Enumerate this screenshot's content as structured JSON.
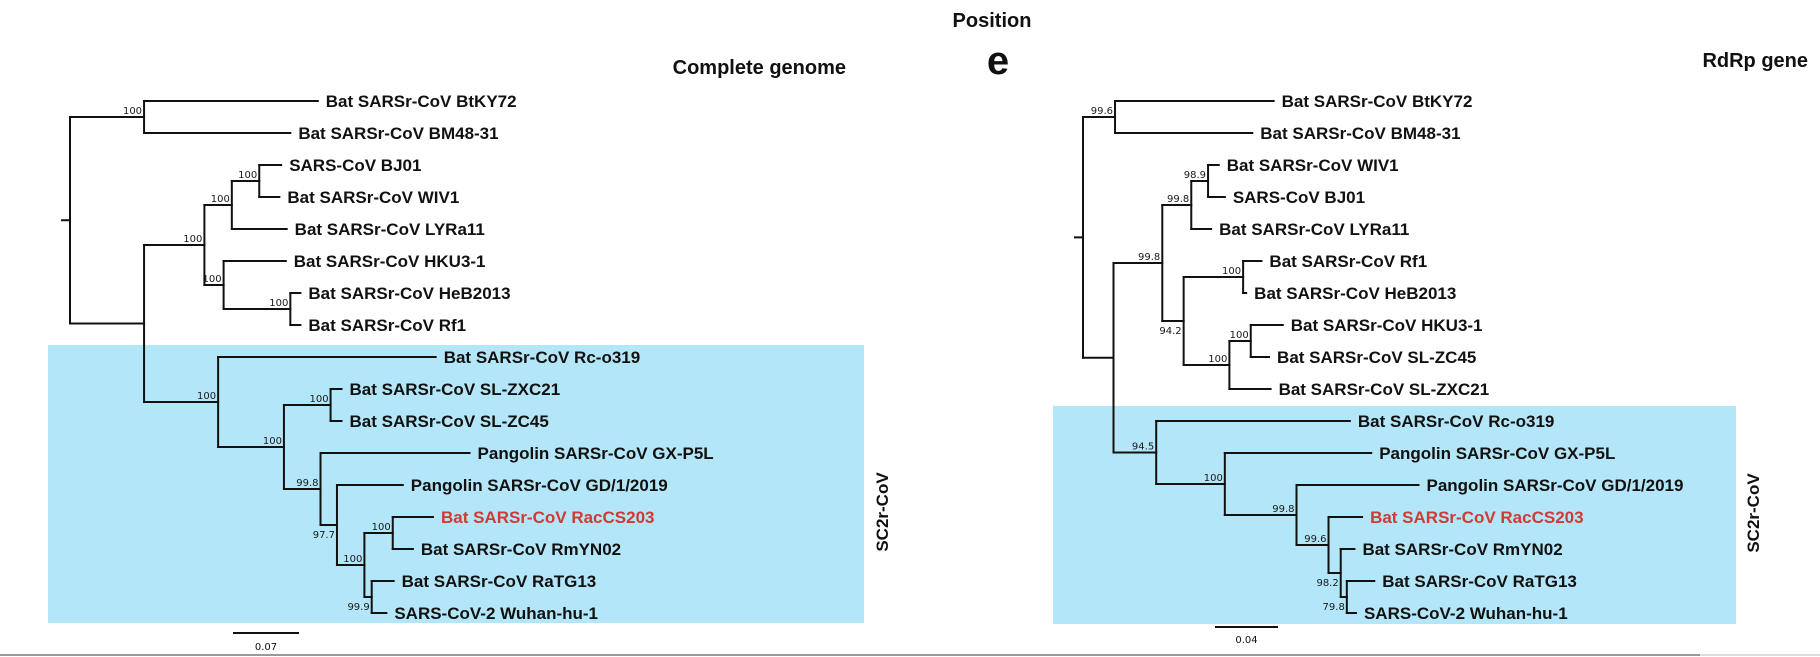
{
  "header": {
    "position_label": "Position",
    "panel_letter": "e"
  },
  "colors": {
    "clade_highlight": "#b3e6f8",
    "highlight_taxon": "#d03a34",
    "branch": "#111111"
  },
  "chart_data": [
    {
      "type": "phylogenetic-tree",
      "title": "Complete genome",
      "clade_label": "SC2r-CoV",
      "highlighted_clade": [
        "Bat SARSr-CoV Rc-o319",
        "SARS-CoV-2 Wuhan-hu-1"
      ],
      "highlighted_taxon": "Bat SARSr-CoV RacCS203",
      "scale_bar": {
        "value": 0.07,
        "label": "0.07"
      },
      "tree": {
        "children": [
          {
            "id": "L-A",
            "len": 0.081,
            "support": "100",
            "children": [
              {
                "name": "Bat SARSr-CoV BtKY72",
                "len": 0.19
              },
              {
                "name": "Bat SARSr-CoV BM48-31",
                "len": 0.16
              }
            ]
          },
          {
            "id": "L-B",
            "len": 0.081,
            "support": "",
            "children": [
              {
                "id": "L-C",
                "len": 0.066,
                "support": "100",
                "children": [
                  {
                    "id": "L-D",
                    "len": 0.03,
                    "support": "100",
                    "children": [
                      {
                        "id": "L-E",
                        "len": 0.03,
                        "support": "100",
                        "children": [
                          {
                            "name": "SARS-CoV BJ01",
                            "len": 0.024
                          },
                          {
                            "name": "Bat SARSr-CoV WIV1",
                            "len": 0.022
                          }
                        ]
                      },
                      {
                        "name": "Bat SARSr-CoV LYRa11",
                        "len": 0.06
                      }
                    ]
                  },
                  {
                    "id": "L-F",
                    "len": 0.021,
                    "support": "100",
                    "children": [
                      {
                        "name": "Bat SARSr-CoV HKU3-1",
                        "len": 0.068
                      },
                      {
                        "id": "L-G",
                        "len": 0.073,
                        "support": "100",
                        "children": [
                          {
                            "name": "Bat SARSr-CoV HeB2013",
                            "len": 0.011
                          },
                          {
                            "name": "Bat SARSr-CoV Rf1",
                            "len": 0.011
                          }
                        ]
                      }
                    ]
                  }
                ]
              },
              {
                "id": "L-H",
                "len": 0.081,
                "support": "100",
                "children": [
                  {
                    "name": "Bat SARSr-CoV Rc-o319",
                    "len": 0.238
                  },
                  {
                    "id": "L-I",
                    "len": 0.072,
                    "support": "100",
                    "children": [
                      {
                        "id": "L-J",
                        "len": 0.051,
                        "support": "100",
                        "children": [
                          {
                            "name": "Bat SARSr-CoV SL-ZXC21",
                            "len": 0.012
                          },
                          {
                            "name": "Bat SARSr-CoV SL-ZC45",
                            "len": 0.012
                          }
                        ]
                      },
                      {
                        "id": "L-K",
                        "len": 0.04,
                        "support": "99.8",
                        "children": [
                          {
                            "name": "Pangolin SARSr-CoV GX-P5L",
                            "len": 0.163
                          },
                          {
                            "id": "L-L",
                            "len": 0.018,
                            "support": "97.7",
                            "children": [
                              {
                                "name": "Pangolin SARSr-CoV GD/1/2019",
                                "len": 0.072
                              },
                              {
                                "id": "L-M",
                                "len": 0.03,
                                "support": "100",
                                "children": [
                                  {
                                    "id": "L-N",
                                    "len": 0.031,
                                    "support": "100",
                                    "children": [
                                      {
                                        "name": "Bat SARSr-CoV RacCS203",
                                        "len": 0.044
                                      },
                                      {
                                        "name": "Bat SARSr-CoV RmYN02",
                                        "len": 0.022
                                      }
                                    ]
                                  },
                                  {
                                    "id": "L-O",
                                    "len": 0.008,
                                    "support": "99.9",
                                    "children": [
                                      {
                                        "name": "Bat SARSr-CoV RaTG13",
                                        "len": 0.024
                                      },
                                      {
                                        "name": "SARS-CoV-2 Wuhan-hu-1",
                                        "len": 0.016
                                      }
                                    ]
                                  }
                                ]
                              }
                            ]
                          }
                        ]
                      }
                    ]
                  }
                ]
              }
            ]
          }
        ]
      }
    },
    {
      "type": "phylogenetic-tree",
      "title": "RdRp gene",
      "clade_label": "SC2r-CoV",
      "highlighted_clade": [
        "Bat SARSr-CoV Rc-o319",
        "SARS-CoV-2 Wuhan-hu-1"
      ],
      "highlighted_taxon": "Bat SARSr-CoV RacCS203",
      "scale_bar": {
        "value": 0.04,
        "label": "0.04"
      },
      "tree": {
        "children": [
          {
            "id": "R-A",
            "len": 0.021,
            "support": "99.6",
            "children": [
              {
                "name": "Bat SARSr-CoV BtKY72",
                "len": 0.104
              },
              {
                "name": "Bat SARSr-CoV BM48-31",
                "len": 0.09
              }
            ]
          },
          {
            "id": "R-B",
            "len": 0.02,
            "support": "",
            "children": [
              {
                "id": "R-C",
                "len": 0.032,
                "support": "99.8",
                "children": [
                  {
                    "id": "R-D",
                    "len": 0.019,
                    "support": "99.8",
                    "children": [
                      {
                        "id": "R-E",
                        "len": 0.011,
                        "support": "98.9",
                        "children": [
                          {
                            "name": "Bat SARSr-CoV WIV1",
                            "len": 0.007
                          },
                          {
                            "name": "SARS-CoV BJ01",
                            "len": 0.011
                          }
                        ]
                      },
                      {
                        "name": "Bat SARSr-CoV LYRa11",
                        "len": 0.013
                      }
                    ]
                  },
                  {
                    "id": "R-P",
                    "len": 0.014,
                    "support": "94.2",
                    "children": [
                      {
                        "id": "R-F",
                        "len": 0.039,
                        "support": "100",
                        "children": [
                          {
                            "name": "Bat SARSr-CoV Rf1",
                            "len": 0.012
                          },
                          {
                            "name": "Bat SARSr-CoV HeB2013",
                            "len": 0.002
                          }
                        ]
                      },
                      {
                        "id": "R-Q",
                        "len": 0.03,
                        "support": "100",
                        "children": [
                          {
                            "id": "R-R",
                            "len": 0.014,
                            "support": "100",
                            "children": [
                              {
                                "name": "Bat SARSr-CoV HKU3-1",
                                "len": 0.021
                              },
                              {
                                "name": "Bat SARSr-CoV SL-ZC45",
                                "len": 0.012
                              }
                            ]
                          },
                          {
                            "name": "Bat SARSr-CoV SL-ZXC21",
                            "len": 0.027
                          }
                        ]
                      }
                    ]
                  }
                ]
              },
              {
                "id": "R-S",
                "len": 0.028,
                "support": "94.5",
                "children": [
                  {
                    "name": "Bat SARSr-CoV Rc-o319",
                    "len": 0.127
                  },
                  {
                    "id": "R-T",
                    "len": 0.045,
                    "support": "100",
                    "children": [
                      {
                        "name": "Pangolin SARSr-CoV GX-P5L",
                        "len": 0.096
                      },
                      {
                        "id": "R-U",
                        "len": 0.047,
                        "support": "99.8",
                        "children": [
                          {
                            "name": "Pangolin SARSr-CoV GD/1/2019",
                            "len": 0.08
                          },
                          {
                            "id": "R-V",
                            "len": 0.021,
                            "support": "99.6",
                            "children": [
                              {
                                "name": "Bat SARSr-CoV RacCS203",
                                "len": 0.022
                              },
                              {
                                "id": "R-W",
                                "len": 0.008,
                                "support": "98.2",
                                "children": [
                                  {
                                    "name": "Bat SARSr-CoV RmYN02",
                                    "len": 0.009
                                  },
                                  {
                                    "id": "R-X",
                                    "len": 0.004,
                                    "support": "79.8",
                                    "children": [
                                      {
                                        "name": "Bat SARSr-CoV RaTG13",
                                        "len": 0.018
                                      },
                                      {
                                        "name": "SARS-CoV-2 Wuhan-hu-1",
                                        "len": 0.006
                                      }
                                    ]
                                  }
                                ]
                              }
                            ]
                          }
                        ]
                      }
                    ]
                  }
                ]
              }
            ]
          }
        ]
      }
    }
  ]
}
